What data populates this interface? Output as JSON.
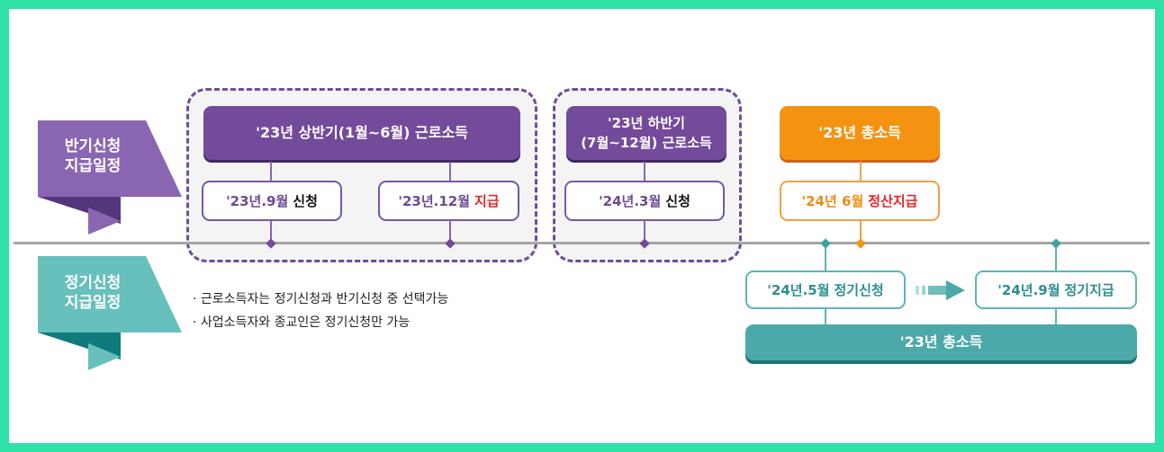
{
  "colors": {
    "frame": "#2fe3a8",
    "purple": "#744a9a",
    "orange": "#f39311",
    "teal": "#4ba9aa",
    "red": "#e8242b",
    "timeline": "#a6a6a6"
  },
  "rows": {
    "half_year": {
      "label_line1": "반기신청",
      "label_line2": "지급일정"
    },
    "regular": {
      "label_line1": "정기신청",
      "label_line2": "지급일정"
    }
  },
  "half_year": {
    "first_half": {
      "title": "'23년 상반기(1월~6월) 근로소득",
      "apply": {
        "date": "'23년.9월",
        "action": "신청"
      },
      "pay": {
        "date": "'23년.12월",
        "action": "지급"
      }
    },
    "second_half": {
      "title_line1": "'23년 하반기",
      "title_line2": "(7월~12월) 근로소득",
      "apply": {
        "date": "'24년.3월",
        "action": "신청"
      }
    },
    "settlement": {
      "title": "'23년 총소득",
      "pay": {
        "date": "'24년 6월",
        "action": "정산지급"
      }
    }
  },
  "regular": {
    "apply": {
      "date": "'24년.5월",
      "action": "정기신청"
    },
    "pay": {
      "date": "'24년.9월",
      "action": "정기지급"
    },
    "income": "'23년 총소득"
  },
  "notes": [
    "· 근로소득자는 정기신청과 반기신청 중 선택가능",
    "· 사업소득자와 종교인은 정기신청만 가능"
  ]
}
